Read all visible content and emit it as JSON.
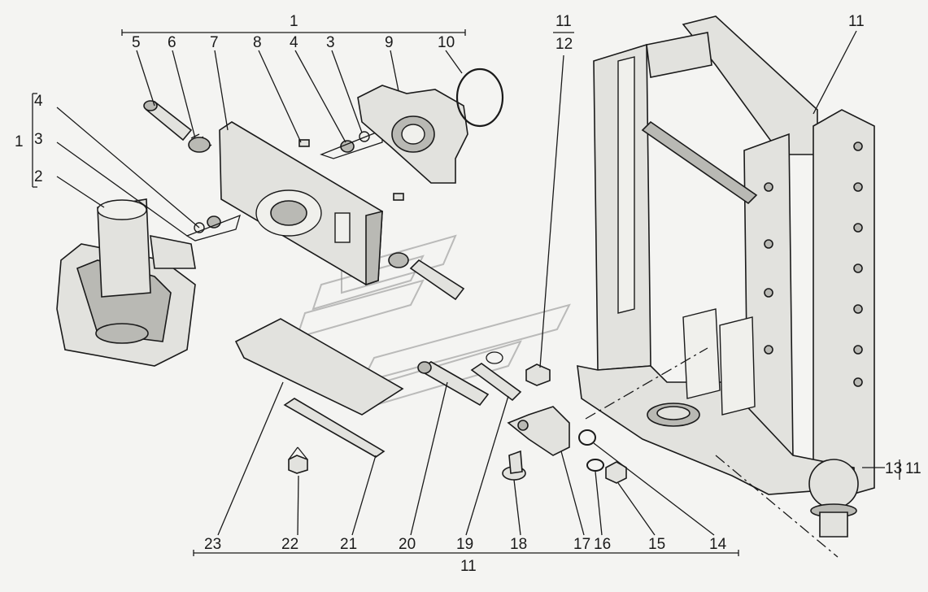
{
  "callouts": {
    "top_group": "1",
    "n5": "5",
    "n6": "6",
    "n7": "7",
    "n8": "8",
    "n4top": "4",
    "n3top": "3",
    "n9": "9",
    "n10": "10",
    "frac_num": "11",
    "frac_den": "12",
    "n11top": "11",
    "left_group": "1",
    "n4left": "4",
    "n3left": "3",
    "n2left": "2",
    "n13": "13",
    "n11right": "11",
    "n23": "23",
    "n22": "22",
    "n21": "21",
    "n20": "20",
    "n19": "19",
    "n18": "18",
    "n17": "17",
    "n16": "16",
    "n15": "15",
    "n14": "14",
    "bottom_group": "11"
  },
  "colors": {
    "ink": "#1a1a1a",
    "paper": "#f4f4f2",
    "metal": "#e2e2de",
    "shadow": "#b9b9b4"
  }
}
